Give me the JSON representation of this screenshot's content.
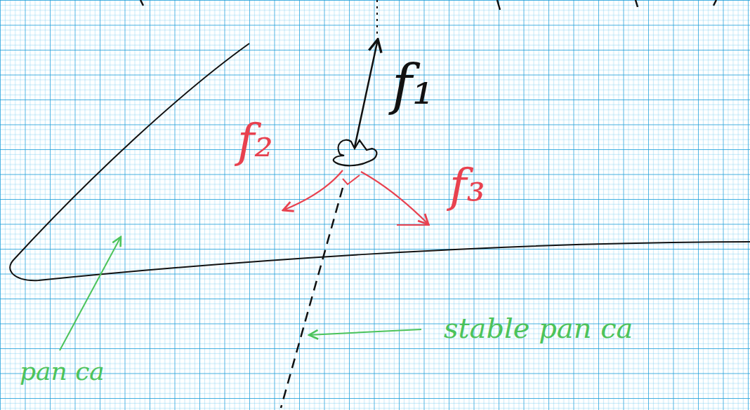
{
  "diagram": {
    "labels": [
      "f₁",
      "f₂",
      "f₃",
      "stable pan ca",
      "pan ca"
    ]
  }
}
